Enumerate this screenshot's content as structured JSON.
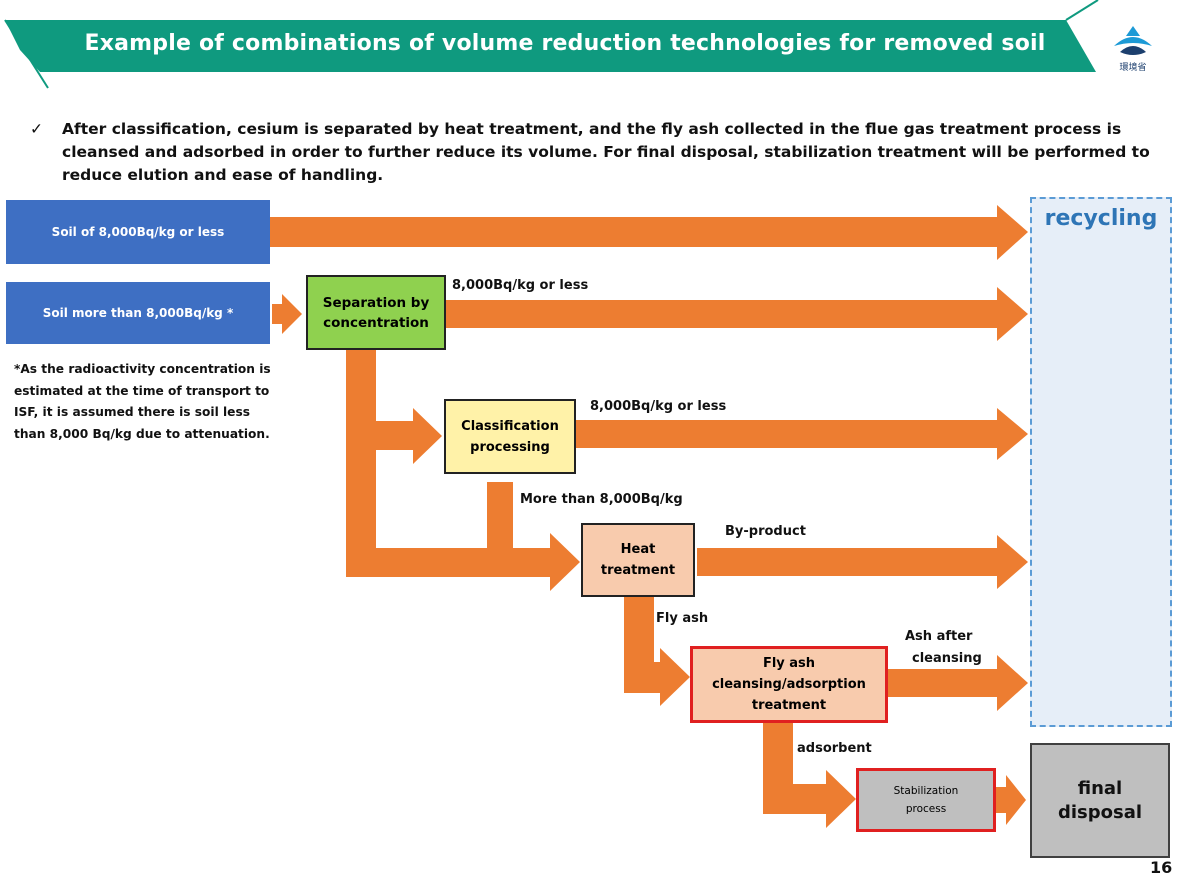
{
  "title": "Example of combinations of volume reduction technologies for removed soil",
  "logo": {
    "caption": "環境省",
    "icon": "ministry-of-environment-logo"
  },
  "bullet": {
    "icon": "check-mark-icon",
    "text": "After classification, cesium is separated by heat treatment, and the fly ash collected in the flue gas treatment process is cleansed and adsorbed in order to further reduce its volume. For final disposal, stabilization treatment will be performed to reduce elution and ease of handling."
  },
  "inputs": {
    "soil_low": "Soil of 8,000Bq/kg or less",
    "soil_high": "Soil more than 8,000Bq/kg *"
  },
  "note": "*As the radioactivity concentration is estimated at the time of transport to ISF, it is assumed there is soil less than 8,000 Bq/kg due to attenuation.",
  "processes": {
    "separation": "Separation by concentration",
    "classification": "Classification processing",
    "heat": "Heat treatment",
    "flyash": "Fly ash cleansing/adsorption treatment",
    "stabilization": "Stabilization process"
  },
  "flow_labels": {
    "sep_out": "8,000Bq/kg or less",
    "class_out": "8,000Bq/kg or less",
    "class_down": "More than 8,000Bq/kg",
    "heat_out": "By-product",
    "heat_down": "Fly ash",
    "flyash_out_1": "Ash after",
    "flyash_out_2": "cleansing",
    "flyash_down": "adsorbent"
  },
  "outputs": {
    "recycling": "recycling",
    "final_disposal": "final disposal"
  },
  "colors": {
    "banner": "#0f9a7f",
    "arrow": "#ed7d31",
    "blue_box": "#3e6fc3",
    "green_box": "#8fd14f",
    "yellow_box": "#fff2a8",
    "peach_box": "#f8cbad",
    "gray_box": "#bfbfbf",
    "red_border": "#e02020"
  },
  "page_number": "16"
}
